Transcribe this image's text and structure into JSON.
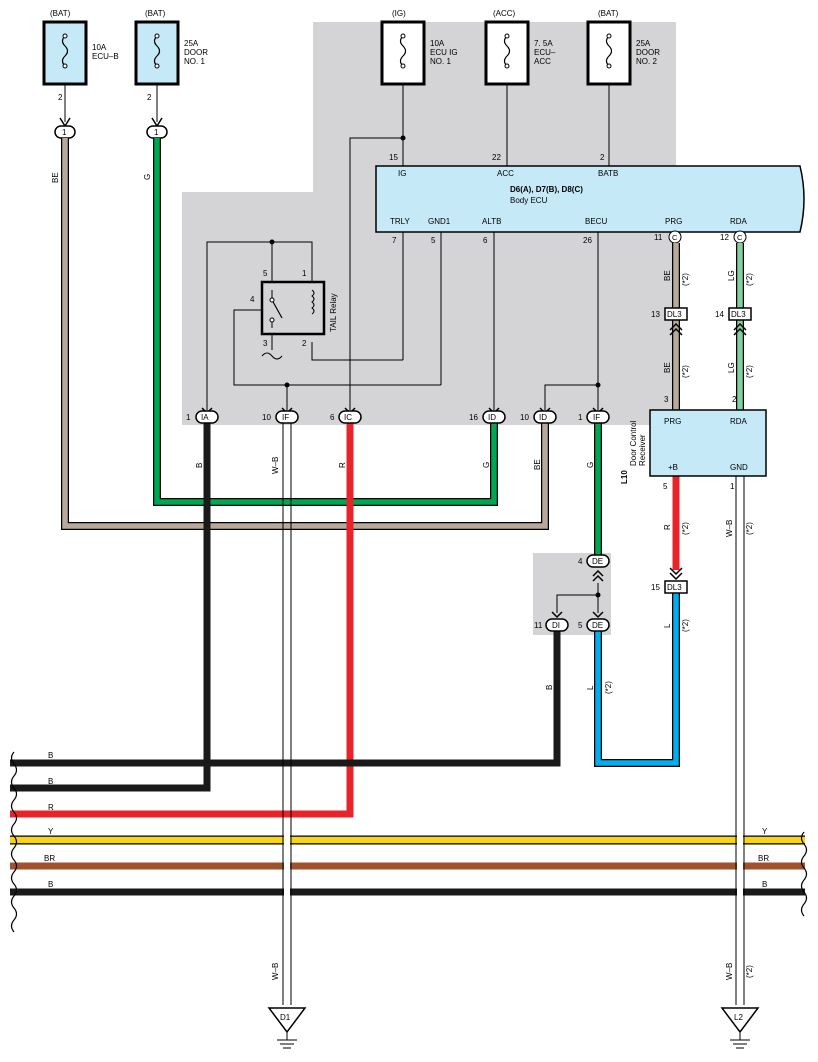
{
  "fuses": [
    {
      "supply": "(BAT)",
      "rating": "10A",
      "name1": "ECU–B",
      "name2": "",
      "pin": "2",
      "connector": "1"
    },
    {
      "supply": "(BAT)",
      "rating": "25A",
      "name1": "DOOR",
      "name2": "NO. 1",
      "pin": "2",
      "connector": "1"
    },
    {
      "supply": "(IG)",
      "rating": "10A",
      "name1": "ECU IG",
      "name2": "NO. 1",
      "pin": "",
      "connector": ""
    },
    {
      "supply": "(ACC)",
      "rating": "7. 5A",
      "name1": "ECU–",
      "name2": "ACC",
      "pin": "",
      "connector": ""
    },
    {
      "supply": "(BAT)",
      "rating": "25A",
      "name1": "DOOR",
      "name2": "NO. 2",
      "pin": "",
      "connector": ""
    }
  ],
  "body_ecu": {
    "title": "D6(A), D7(B), D8(C)",
    "subtitle": "Body ECU",
    "top_pins": [
      {
        "pin": "15",
        "label": "IG"
      },
      {
        "pin": "22",
        "label": "ACC"
      },
      {
        "pin": "2",
        "label": "BATB"
      }
    ],
    "bottom_pins": [
      {
        "pin": "7",
        "label": "TRLY"
      },
      {
        "pin": "5",
        "label": "GND1"
      },
      {
        "pin": "6",
        "label": "ALTB"
      },
      {
        "pin": "26",
        "label": "BECU"
      },
      {
        "pin": "11",
        "label": "PRG",
        "conn": "C"
      },
      {
        "pin": "12",
        "label": "RDA",
        "conn": "C"
      }
    ]
  },
  "relay": {
    "name": "TAIL Relay",
    "pins": [
      "5",
      "1",
      "4",
      "3",
      "2"
    ]
  },
  "junction_connectors": [
    {
      "pin": "1",
      "id": "IA",
      "wire": "B"
    },
    {
      "pin": "10",
      "id": "IF",
      "wire": "W–B"
    },
    {
      "pin": "6",
      "id": "IC",
      "wire": "R"
    },
    {
      "pin": "16",
      "id": "ID",
      "wire": "G"
    },
    {
      "pin": "10",
      "id": "ID",
      "wire": "BE"
    },
    {
      "pin": "1",
      "id": "IF",
      "wire": "G"
    }
  ],
  "wire_labels": {
    "be_left": "BE",
    "g_left": "G",
    "prg_be": "BE",
    "rda_lg": "LG",
    "note": "(*2)",
    "prg_be2": "BE",
    "rda_lg2": "LG",
    "r_recv": "R",
    "wb_recv": "W–B",
    "l_recv": "L",
    "l_de": "L",
    "b_di": "B",
    "wb_ground": "W–B",
    "wb_ground2": "W–B"
  },
  "dl3": [
    {
      "pin": "13",
      "id": "DL3"
    },
    {
      "pin": "14",
      "id": "DL3"
    },
    {
      "pin": "15",
      "id": "DL3"
    }
  ],
  "receiver": {
    "code": "L10",
    "name1": "Door Control",
    "name2": "Receiver",
    "top_pins": [
      {
        "pin": "3",
        "label": "PRG"
      },
      {
        "pin": "2",
        "label": "RDA"
      }
    ],
    "bottom_pins": [
      {
        "pin": "5",
        "label": "+B"
      },
      {
        "pin": "1",
        "label": "GND"
      }
    ]
  },
  "de_block": {
    "top": {
      "pin": "4",
      "id": "DE"
    },
    "left": {
      "pin": "11",
      "id": "DI"
    },
    "right": {
      "pin": "5",
      "id": "DE"
    }
  },
  "bus_wires": [
    {
      "label": "B",
      "color": "#1a1a1a",
      "right_label": ""
    },
    {
      "label": "B",
      "color": "#1a1a1a",
      "right_label": ""
    },
    {
      "label": "R",
      "color": "#e8232a",
      "right_label": ""
    },
    {
      "label": "Y",
      "color": "#f7d417",
      "right_label": "Y"
    },
    {
      "label": "BR",
      "color": "#a0522d",
      "right_label": "BR"
    },
    {
      "label": "B",
      "color": "#1a1a1a",
      "right_label": "B"
    }
  ],
  "grounds": [
    {
      "id": "D1"
    },
    {
      "id": "L2"
    }
  ],
  "colors": {
    "gray_panel": "#d4d4d6",
    "ecu_fill": "#c6e9f7",
    "green": "#00a650",
    "beige": "#b8a99a",
    "black": "#1a1a1a",
    "red": "#e8232a",
    "blue": "#00aeef",
    "lightgreen": "#82cfa0",
    "yellow": "#f7d417",
    "brown": "#a0522d"
  }
}
